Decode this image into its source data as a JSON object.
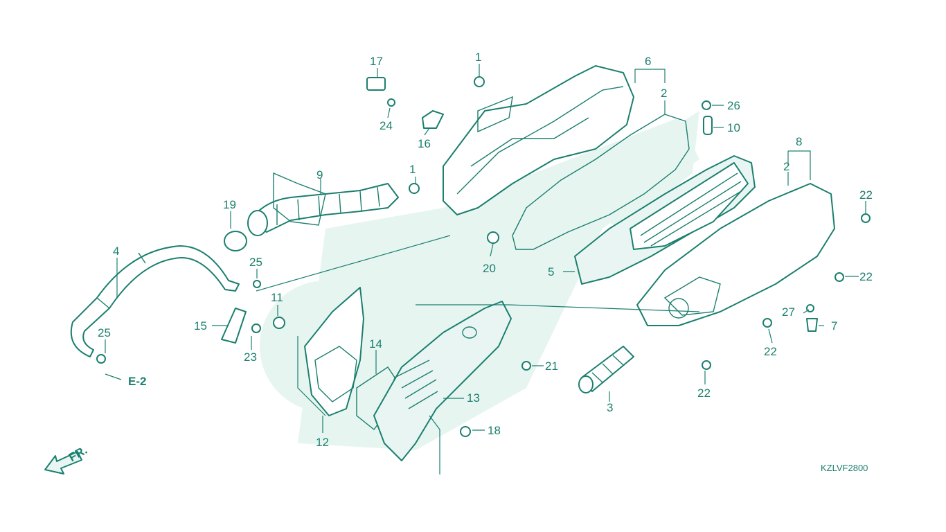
{
  "diagram": {
    "drawing_code": "KZLVF2800",
    "front_label": "FR.",
    "ref_label": "E-2",
    "colors": {
      "line": "#1a7f6e",
      "watermark": "#e7f5f1",
      "background": "#ffffff"
    },
    "callouts": {
      "c1a": "1",
      "c1b": "1",
      "c2a": "2",
      "c2b": "2",
      "c3": "3",
      "c4": "4",
      "c5": "5",
      "c6": "6",
      "c7": "7",
      "c8": "8",
      "c9": "9",
      "c10": "10",
      "c11": "11",
      "c12": "12",
      "c13": "13",
      "c14": "14",
      "c15": "15",
      "c16": "16",
      "c17": "17",
      "c18": "18",
      "c19": "19",
      "c20": "20",
      "c21": "21",
      "c22a": "22",
      "c22b": "22",
      "c22c": "22",
      "c22d": "22",
      "c23": "23",
      "c24": "24",
      "c25a": "25",
      "c25b": "25",
      "c26": "26",
      "c27": "27"
    }
  }
}
